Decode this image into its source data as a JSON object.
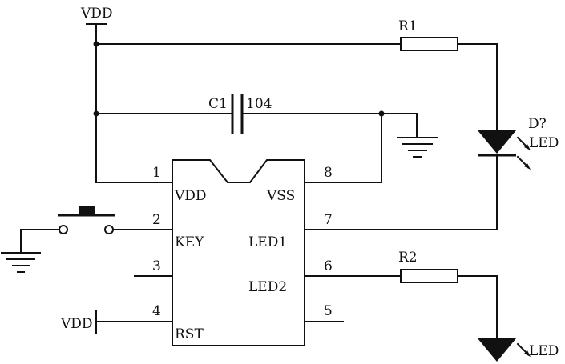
{
  "schematic": {
    "supply": {
      "top_label": "VDD",
      "rst_label": "VDD"
    },
    "ic": {
      "pins": [
        {
          "num": "1",
          "name": "VDD"
        },
        {
          "num": "2",
          "name": "KEY"
        },
        {
          "num": "3",
          "name": ""
        },
        {
          "num": "4",
          "name": "RST"
        },
        {
          "num": "5",
          "name": ""
        },
        {
          "num": "6",
          "name": "LED2"
        },
        {
          "num": "7",
          "name": "LED1"
        },
        {
          "num": "8",
          "name": "VSS"
        }
      ]
    },
    "capacitor": {
      "ref": "C1",
      "value": "104"
    },
    "resistors": [
      {
        "ref": "R1"
      },
      {
        "ref": "R2"
      }
    ],
    "leds": [
      {
        "ref": "D?",
        "value": "LED"
      },
      {
        "value": "LED"
      }
    ]
  }
}
